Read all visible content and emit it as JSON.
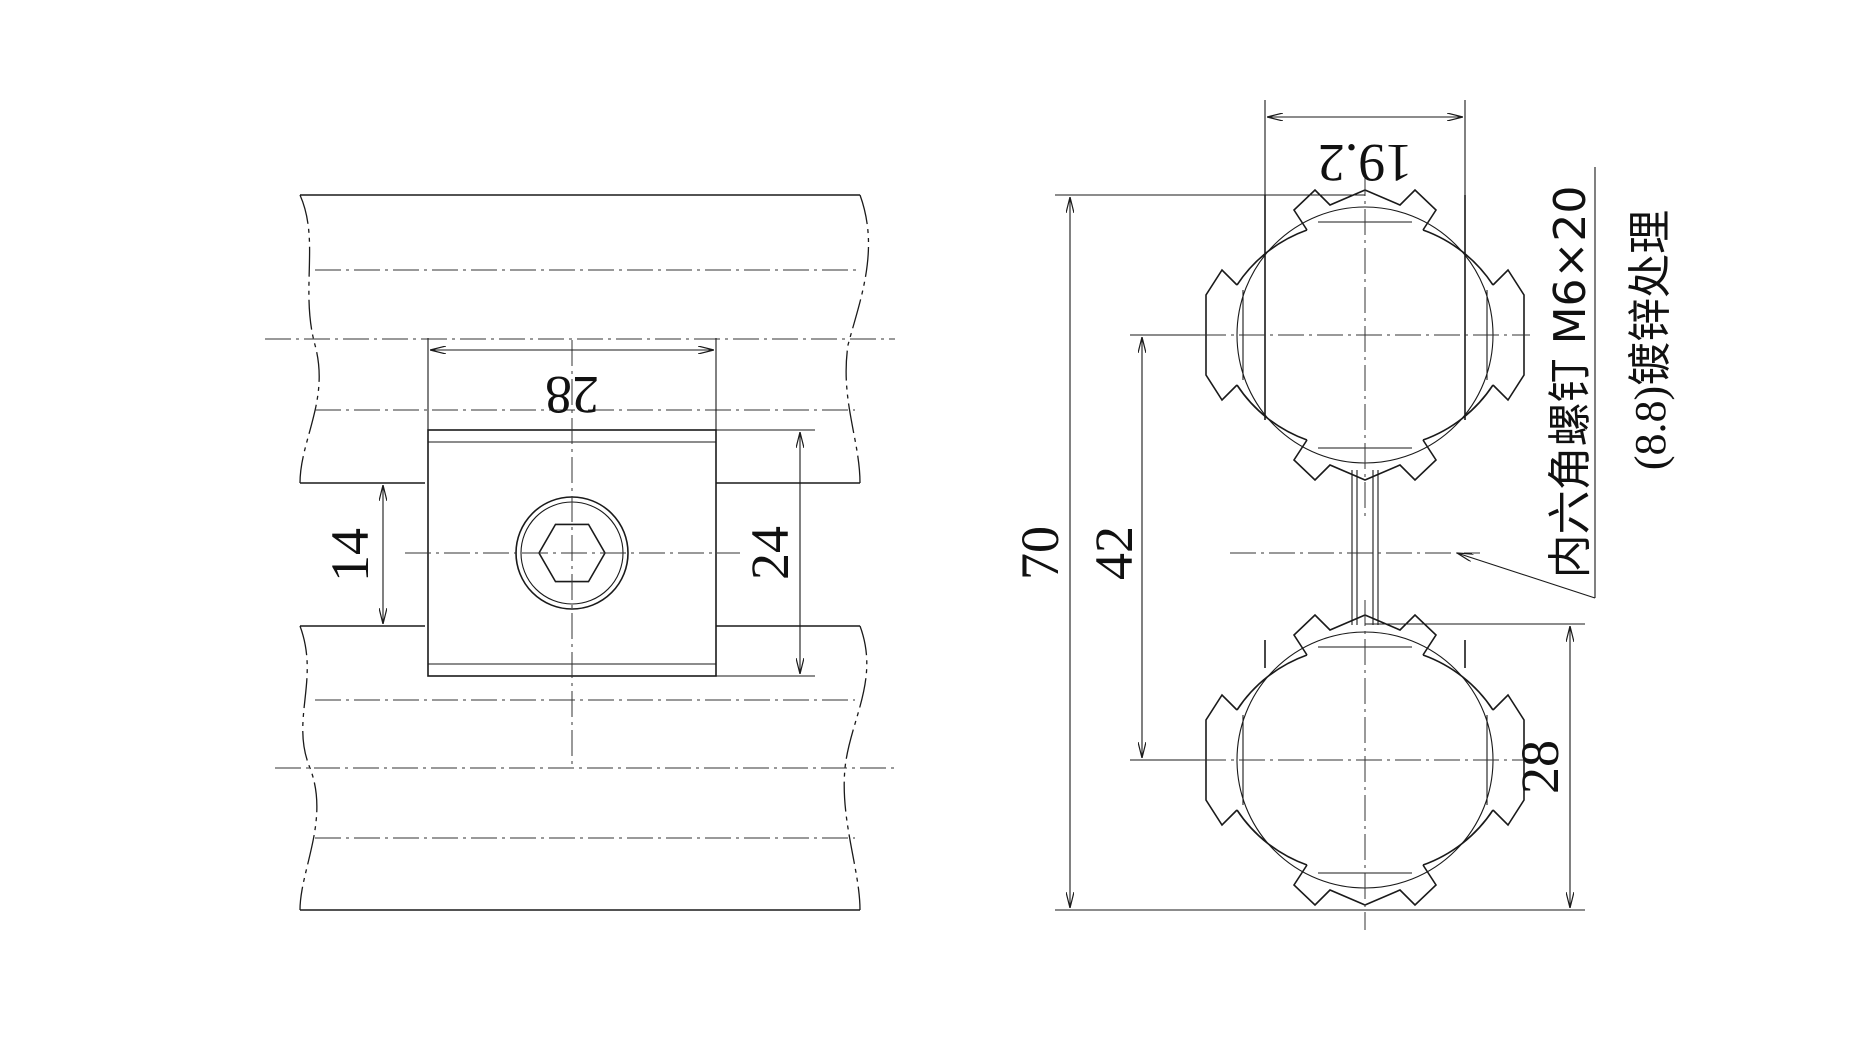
{
  "dimensions": {
    "front_pitch": "28",
    "front_gap": "14",
    "front_height": "24",
    "side_width": "19.2",
    "side_total": "70",
    "side_center": "42",
    "side_tube": "28"
  },
  "note": {
    "line1": "内六角螺钉 M6×20",
    "line2": "(8.8)镀锌处理"
  },
  "colors": {
    "line": "#1a1a1a",
    "background": "#ffffff"
  }
}
